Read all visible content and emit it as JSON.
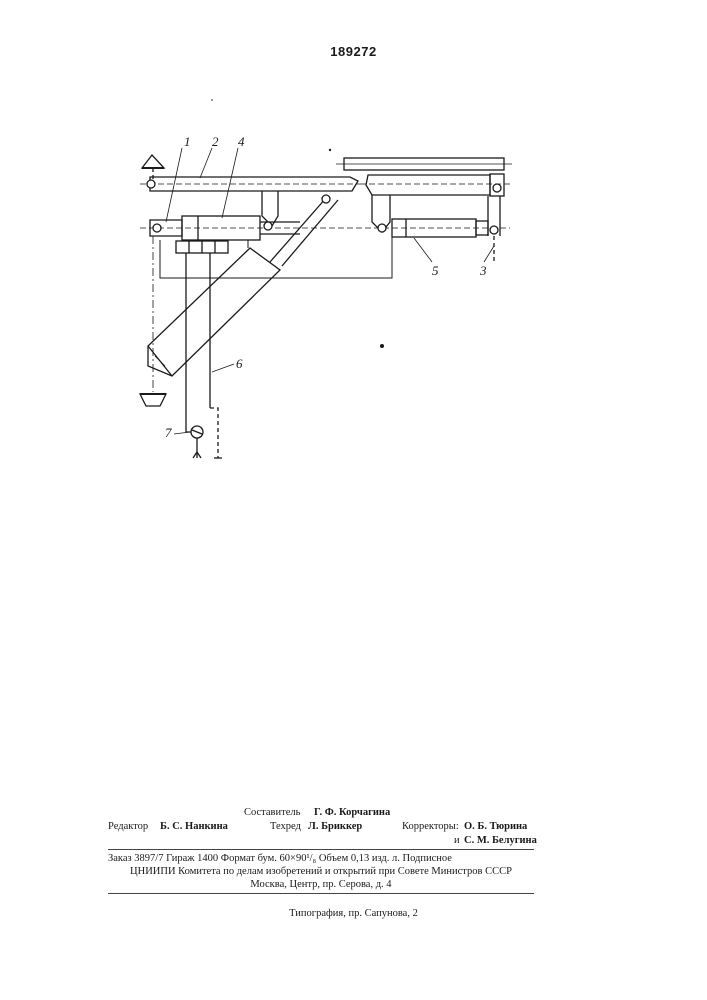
{
  "document": {
    "patent_number": "189272"
  },
  "figure": {
    "labels": [
      "1",
      "2",
      "4",
      "5",
      "3",
      "6",
      "7"
    ]
  },
  "colophon": {
    "compiler_label": "Составитель",
    "compiler_name": "Г. Ф. Корчагина",
    "editor_label": "Редактор",
    "editor_name": "Б. С. Нанкина",
    "techred_label": "Техред",
    "techred_name": "Л. Бриккер",
    "correctors_label": "Корректоры:",
    "corrector_1": "О. Б. Тюрина",
    "corrector_2_prefix": "и",
    "corrector_2": "С. М. Белугина"
  },
  "imprint": {
    "line1": "Заказ 3897/7   Гираж 1400   Формат бум. 60×90¹/₈   Объем 0,13 изд. л.   Подписное",
    "line2": "ЦНИИПИ Комитета по делам изобретений и открытий при Совете Министров СССР",
    "line3": "Москва, Центр, пр. Серова, д. 4",
    "printer": "Типография, пр. Сапунова, 2"
  }
}
